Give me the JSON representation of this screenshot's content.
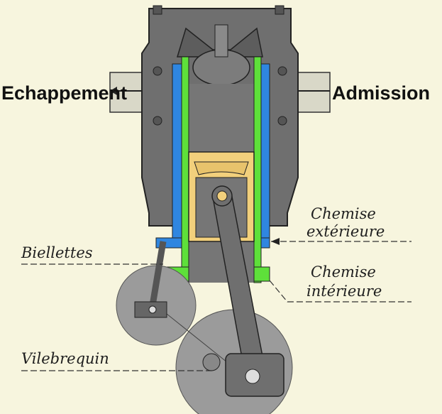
{
  "title_labels": {
    "exhaust": "Echappement",
    "intake": "Admission",
    "outer_sleeve_1": "Chemise",
    "outer_sleeve_2": "extérieure",
    "inner_sleeve_1": "Chemise",
    "inner_sleeve_2": "intérieure",
    "links": "Biellettes",
    "crankshaft": "Vilebrequin"
  },
  "colors": {
    "background": "#f7f5de",
    "body": "#6f6f6f",
    "outer_sleeve": "#2f86e0",
    "inner_sleeve": "#5ee03a",
    "piston": "#f2d07c",
    "crank_disc": "#9b9b9b"
  }
}
